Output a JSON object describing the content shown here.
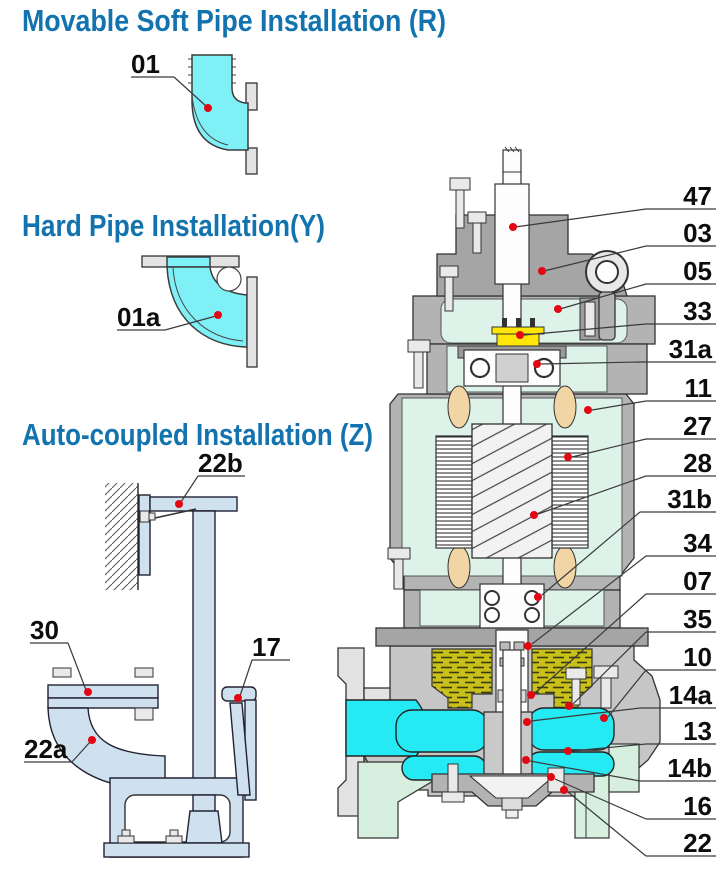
{
  "sections": {
    "movable": {
      "title": "Movable Soft Pipe Installation (R)"
    },
    "hard": {
      "title": "Hard Pipe  Installation(Y)"
    },
    "auto": {
      "title": "Auto-coupled Installation (Z)"
    }
  },
  "callouts": {
    "c01": "01",
    "c01a": "01a",
    "c22b": "22b",
    "c30": "30",
    "c17": "17",
    "c22a": "22a",
    "c47": "47",
    "c03": "03",
    "c05": "05",
    "c33": "33",
    "c31a": "31a",
    "c11": "11",
    "c27": "27",
    "c28": "28",
    "c31b": "31b",
    "c34": "34",
    "c07": "07",
    "c35": "35",
    "c10": "10",
    "c14a": "14a",
    "c13": "13",
    "c14b": "14b",
    "c16": "16",
    "c22": "22"
  },
  "colors": {
    "title_blue": "#1273ae",
    "pipe_cyan": "#7ff0f6",
    "volute_cyan": "#25e9f3",
    "oil_yellow": "#c9c01c",
    "terminal_yellow": "#ffe60a",
    "winding_tan": "#f2d5a4",
    "housing_gray": "#b3b3b3",
    "inner_mint": "#ddf2e8",
    "stand_green": "#d7efdf",
    "coupling_blue": "#cfe0ee",
    "marker_red": "#e30613"
  }
}
